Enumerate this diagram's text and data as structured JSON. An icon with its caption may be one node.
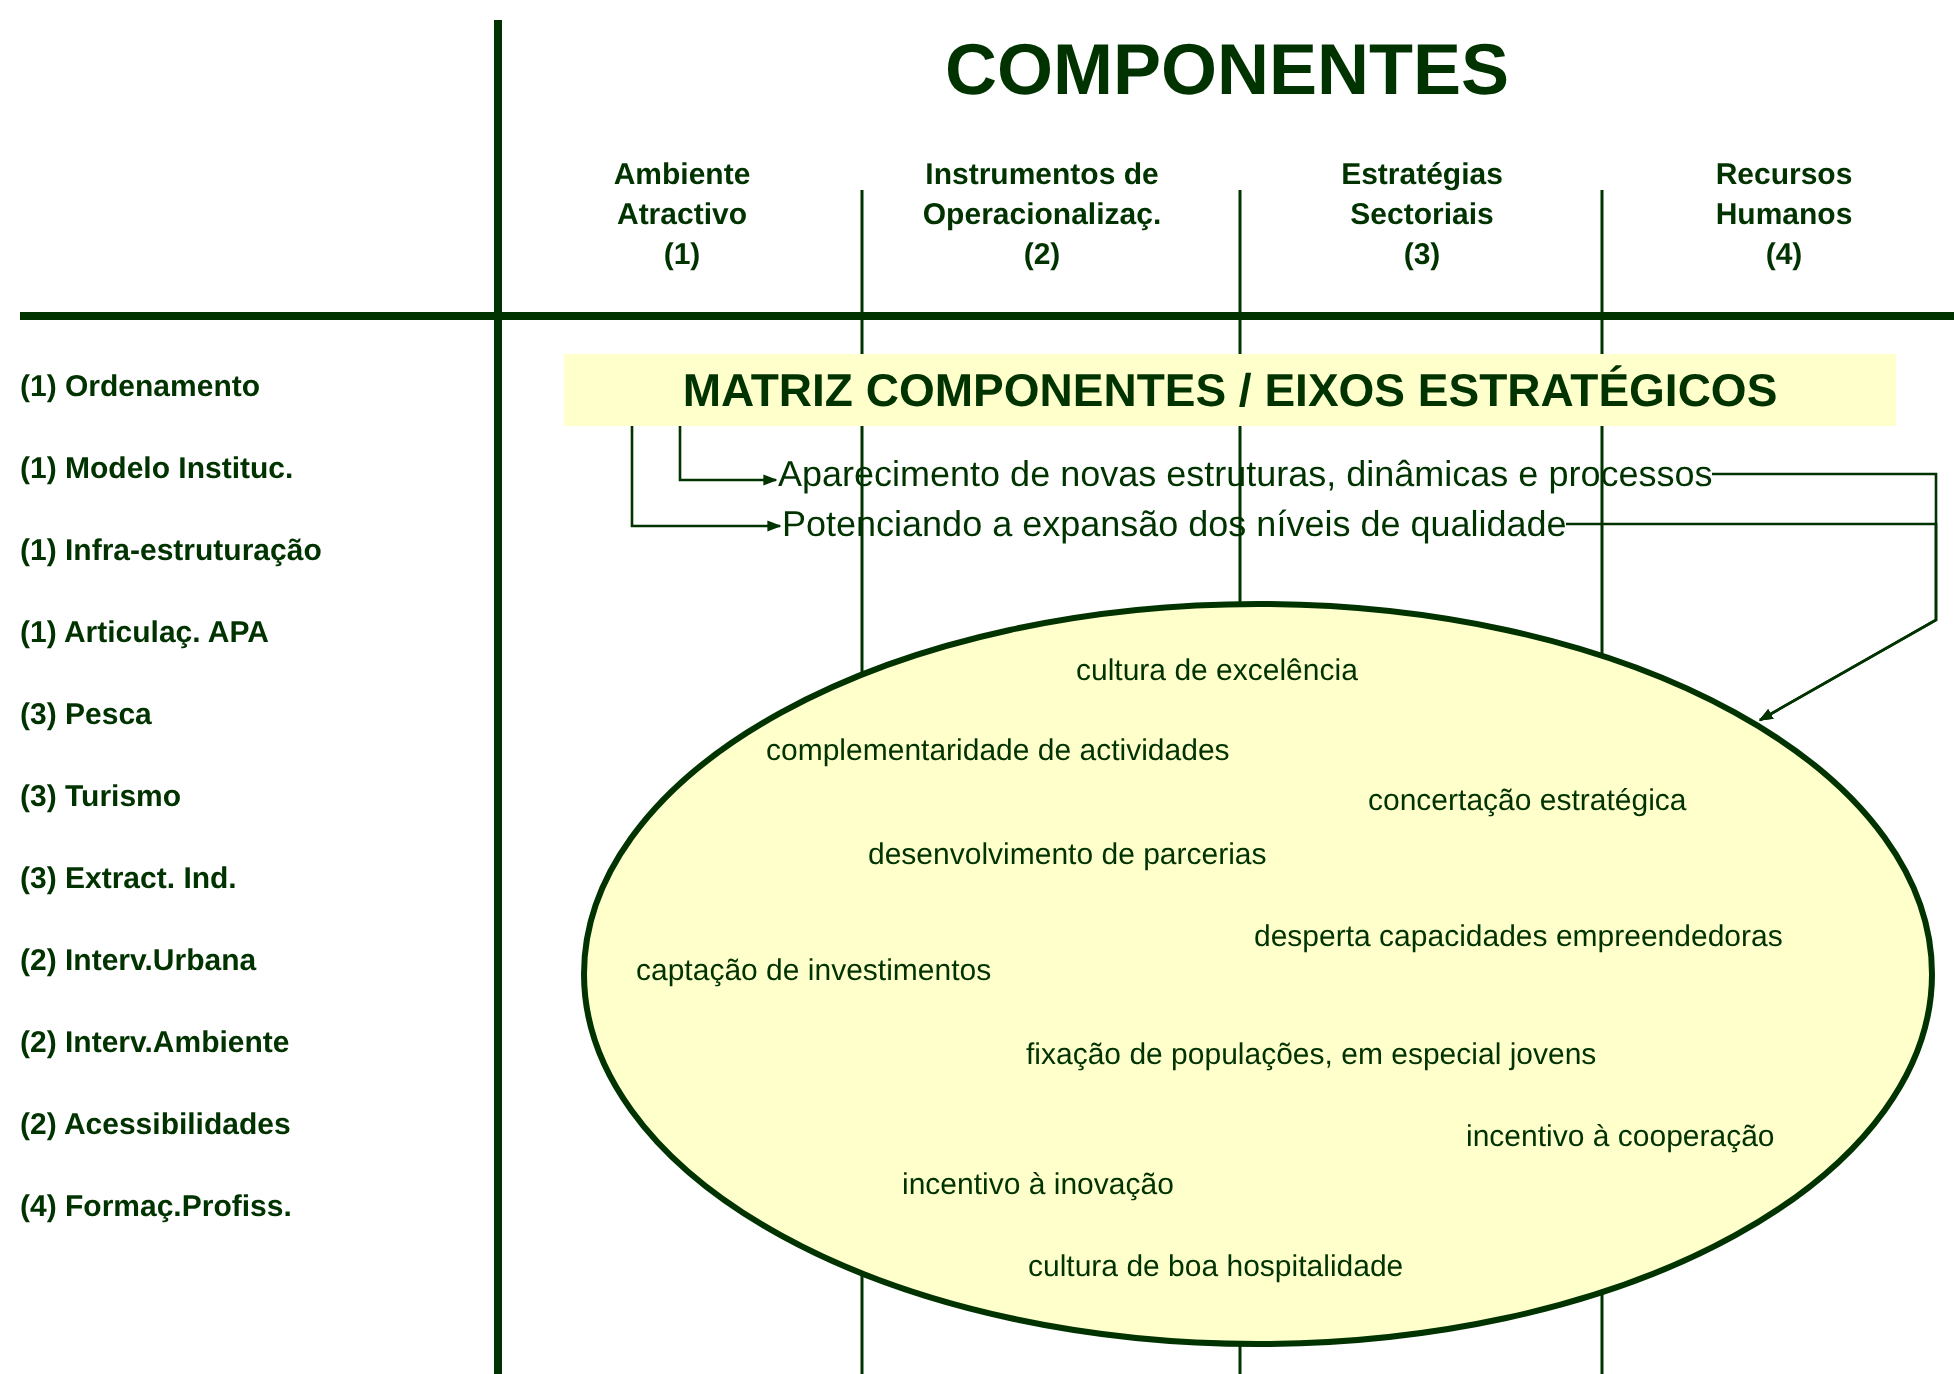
{
  "diagram": {
    "title": "COMPONENTES",
    "nodes": [
      {
        "text": [
          "MATRIZ COMPONENTES / EIXOS ESTRATÉGICOS"
        ]
      },
      {
        "text": [
          "Aparecimento de novas estruturas, dinâmicas e processos"
        ]
      },
      {
        "text": [
          "Potenciando a expansão dos níveis de qualidade"
        ]
      },
      {
        "text": [
          "cultura de excelência",
          "complementaridade de actividades",
          "concertação estratégica",
          "desenvolvimento de parcerias",
          "desperta capacidades empreendedoras",
          "captação de investimentos",
          "fixação de populações, em especial jovens",
          "incentivo à cooperação",
          "incentivo à inovação",
          "cultura de boa hospitalidade"
        ]
      }
    ],
    "edges": [
      {
        "from": 0,
        "to": 1,
        "arrow": "to"
      },
      {
        "from": 0,
        "to": 2,
        "arrow": "to"
      },
      {
        "from": 1,
        "to": 3,
        "arrow": "to"
      },
      {
        "from": 2,
        "to": 3,
        "arrow": "to"
      }
    ],
    "labels": [
      "Ambiente Atractivo (1)",
      "Instrumentos de Operacionalizaç. (2)",
      "Estratégias Sectoriais (3)",
      "Recursos Humanos (4)",
      "(1) Ordenamento",
      "(1) Modelo Instituc.",
      "(1) Infra-estruturação",
      "(1) Articulaç. APA",
      "(3) Pesca",
      "(3) Turismo",
      "(3) Extract. Ind.",
      "(2) Interv.Urbana",
      "(2) Interv.Ambiente",
      "(2) Acessibilidades",
      "(4) Formaç.Profiss."
    ]
  }
}
